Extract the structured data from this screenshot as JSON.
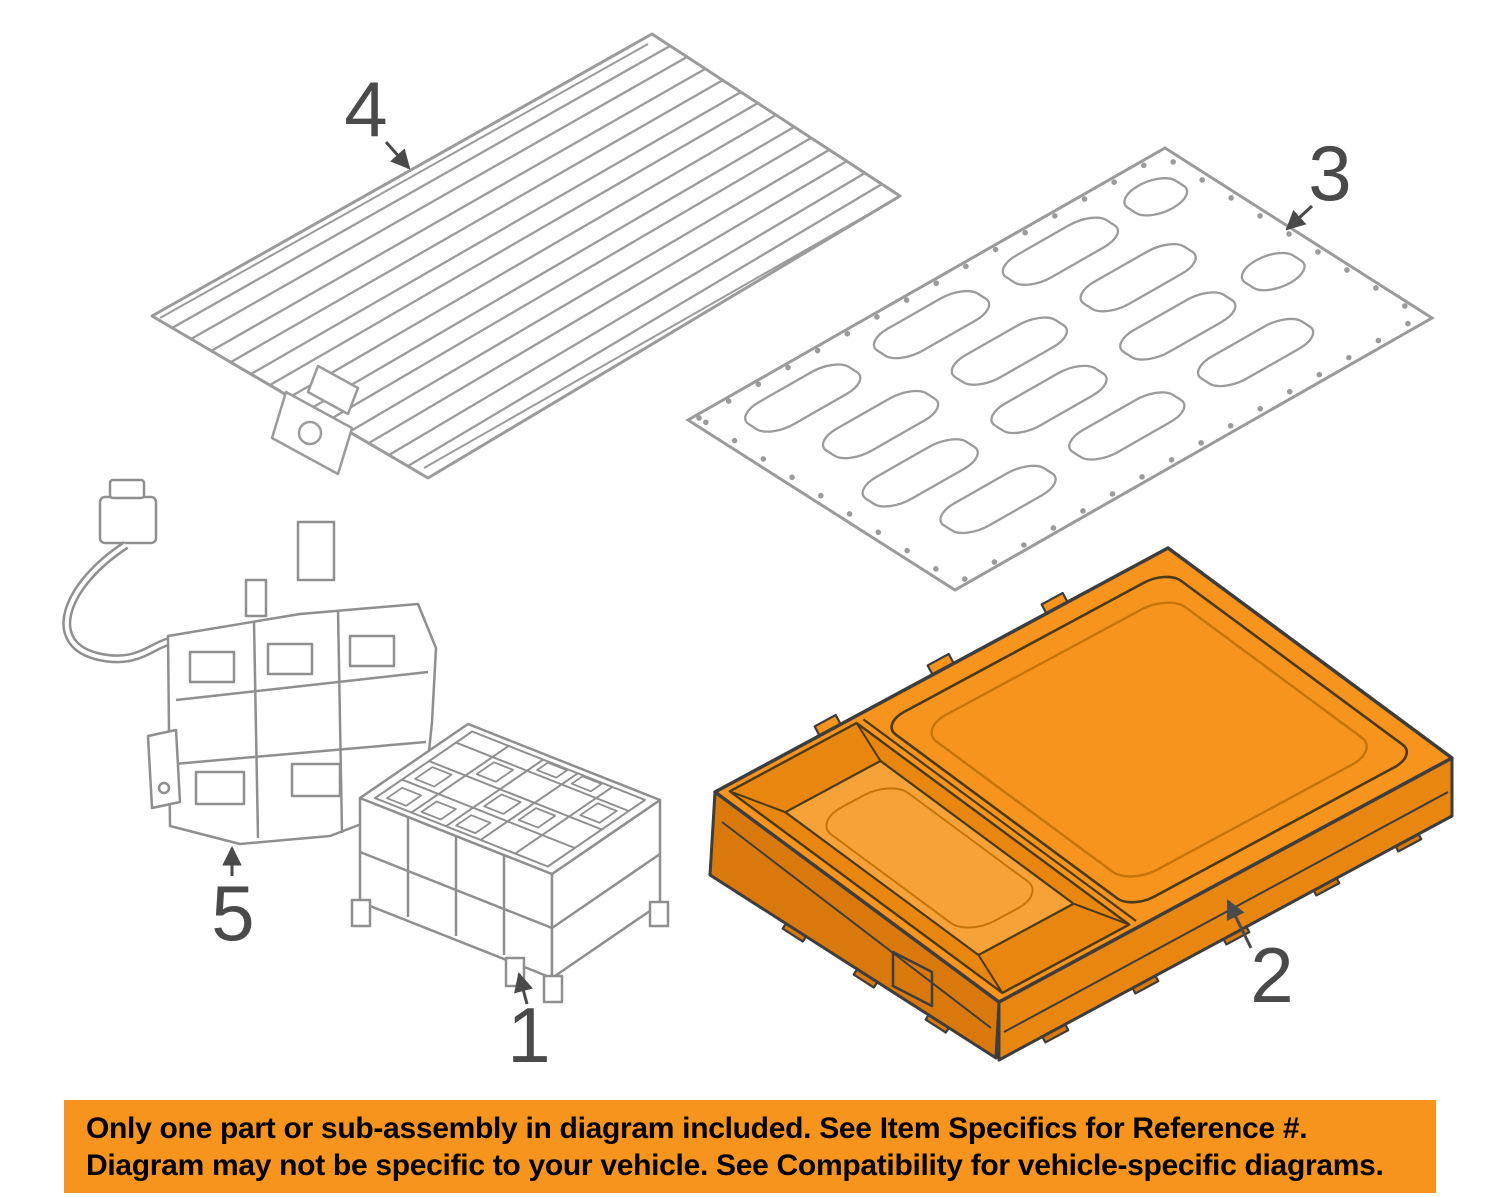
{
  "callouts": {
    "part1": "1",
    "part2": "2",
    "part3": "3",
    "part4": "4",
    "part5": "5"
  },
  "colors": {
    "highlight_orange": "#F7941D",
    "line_gray": "#9b9b9b",
    "callout_gray": "#4a4a4a",
    "banner_background": "#F7941D",
    "banner_text": "#000000"
  },
  "banner": {
    "line1": "Only one part or sub-assembly in diagram included. See Item Specifics for Reference #.",
    "line2": "Diagram may not be specific to your vehicle. See Compatibility for vehicle-specific diagrams."
  }
}
